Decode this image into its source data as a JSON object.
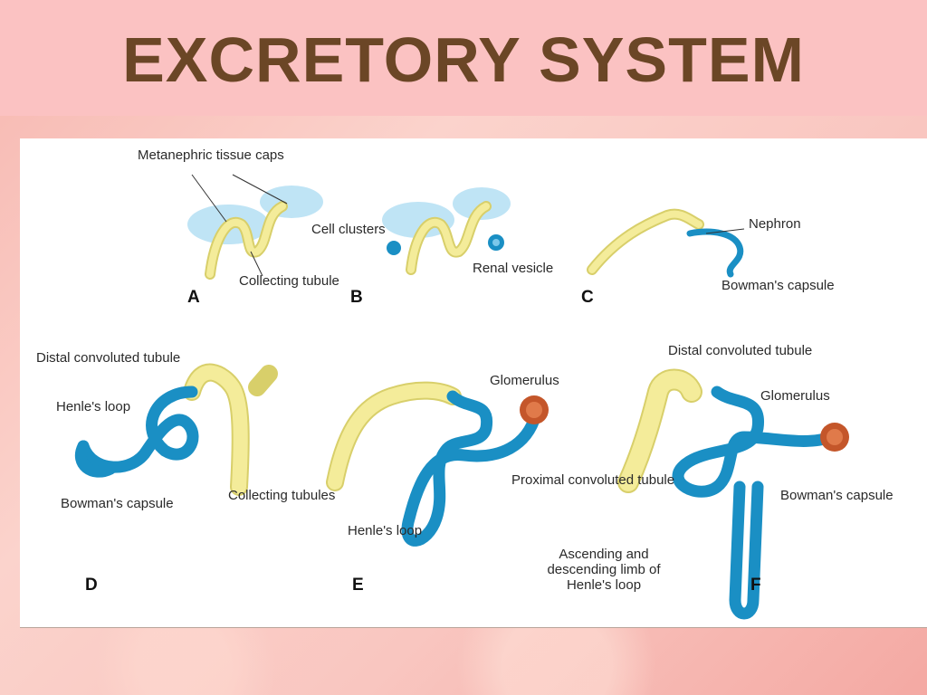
{
  "slide": {
    "title": "EXCRETORY SYSTEM",
    "colors": {
      "title_text": "#6b4626",
      "band": "#fbc2c2",
      "tubule_yellow": "#f4ec9a",
      "nephron_blue": "#1a8fc4",
      "glomerulus": "#c4562a"
    }
  },
  "diagram": {
    "panels": [
      "A",
      "B",
      "C",
      "D",
      "E",
      "F"
    ],
    "labels": {
      "metanephric": "Metanephric tissue caps",
      "collecting_tubule": "Collecting tubule",
      "cell_clusters": "Cell clusters",
      "renal_vesicle": "Renal vesicle",
      "nephron": "Nephron",
      "bowmans_capsule_c": "Bowman's capsule",
      "distal_d": "Distal convoluted tubule",
      "henles_loop_d": "Henle's loop",
      "bowmans_capsule_d": "Bowman's capsule",
      "collecting_tubules": "Collecting tubules",
      "glomerulus_e": "Glomerulus",
      "proximal": "Proximal convoluted tubule",
      "henles_loop_e": "Henle's loop",
      "distal_f": "Distal convoluted tubule",
      "glomerulus_f": "Glomerulus",
      "bowmans_capsule_f": "Bowman's capsule",
      "ascending": "Ascending and descending limb of Henle's loop"
    }
  }
}
